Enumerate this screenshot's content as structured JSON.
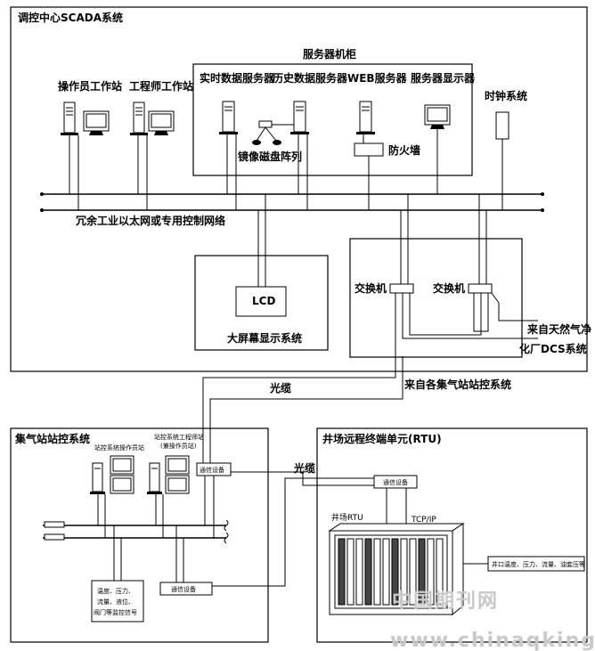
{
  "scada": {
    "title": "调控中心SCADA系统",
    "server_cabinet": "服务器机柜",
    "operator_ws": "操作员工作站",
    "engineer_ws": "工程师工作站",
    "realtime_server": "实时数据服务器",
    "history_server": "历史数据服务器",
    "web_server": "WEB服务器",
    "server_display": "服务器显示器",
    "mirror_array": "镜像磁盘阵列",
    "firewall": "防火墙",
    "clock": "时钟系统",
    "network": "冗余工业以太网或专用控制网络",
    "lcd": "LCD",
    "big_screen": "大屏幕显示系统",
    "switch1": "交换机",
    "switch2": "交换机",
    "from_dcs_1": "来自天然气净",
    "from_dcs_2": "化厂DCS系统"
  },
  "links": {
    "fiber_upper": "光缆",
    "fiber_lower": "光缆",
    "from_gather": "来自各集气站站控系统"
  },
  "gather": {
    "title": "集气站站控系统",
    "ws1": "站控系统操作员站",
    "ws2_line1": "站控系统工程师站",
    "ws2_line2": "(兼操作员站)",
    "comm_upper": "通信设备",
    "comm_lower": "通信设备",
    "signals_1": "温度、压力、",
    "signals_2": "流量、液位、",
    "signals_3": "阀门等监控信号"
  },
  "rtu": {
    "title": "井场远程终端单元(RTU)",
    "comm": "通信设备",
    "rtu_label": "井场RTU",
    "tcpip": "TCP/IP",
    "signals": "井口温度、压力、流量、油套压等"
  },
  "watermark": {
    "text1": "中国期刊网",
    "text2": "www.chinaqking.com"
  }
}
